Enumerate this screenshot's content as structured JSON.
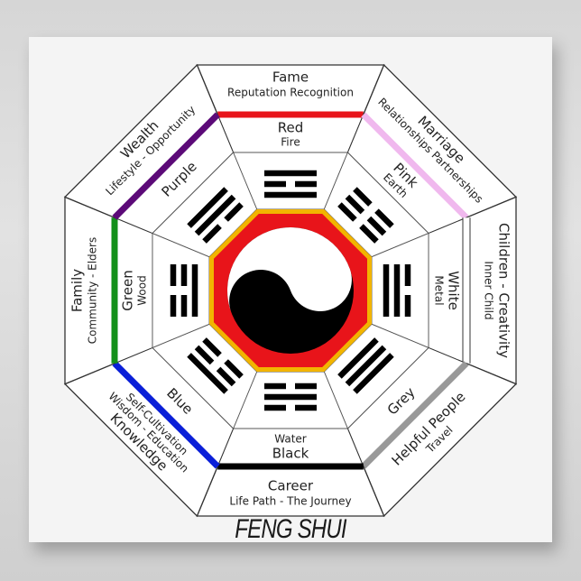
{
  "title": "FENG SHUI",
  "colors": {
    "outline": "#333333",
    "center_fill_red": "#e8141a",
    "center_border_yellow": "#f2b400",
    "yin": "#000000",
    "yang": "#ffffff"
  },
  "sectors": [
    {
      "id": "fame",
      "area": "Fame",
      "sub": "Reputation Recognition",
      "color_name": "Red",
      "element": "Fire",
      "band_color": "#e8141a",
      "trigram": "fire"
    },
    {
      "id": "marriage",
      "area": "Marriage",
      "sub": "Relationships Partnerships",
      "color_name": "Pink",
      "element": "Earth",
      "band_color": "#f0b8ee",
      "trigram": "earth"
    },
    {
      "id": "children",
      "area": "Children - Creativity",
      "sub": "Inner Child",
      "color_name": "White",
      "element": "Metal",
      "band_color": "#ffffff",
      "trigram": "lake"
    },
    {
      "id": "helpful",
      "area": "Helpful People",
      "sub": "Travel",
      "color_name": "Grey",
      "element": "",
      "band_color": "#999999",
      "trigram": "heaven"
    },
    {
      "id": "career",
      "area": "Career",
      "sub": "Life Path - The Journey",
      "color_name": "Black",
      "element": "Water",
      "band_color": "#000000",
      "trigram": "water"
    },
    {
      "id": "knowledge",
      "area": "Knowledge",
      "sub": "Wisdom - Education",
      "sub2": "Self-Cultivation",
      "color_name": "Blue",
      "element": "",
      "band_color": "#0a1fd8",
      "trigram": "mountain"
    },
    {
      "id": "family",
      "area": "Family",
      "sub": "Community - Elders",
      "color_name": "Green",
      "element": "Wood",
      "band_color": "#139019",
      "trigram": "thunder"
    },
    {
      "id": "wealth",
      "area": "Wealth",
      "sub": "Lifestyle - Opportunity",
      "color_name": "Purple",
      "element": "",
      "band_color": "#5c0a78",
      "trigram": "wind"
    }
  ]
}
